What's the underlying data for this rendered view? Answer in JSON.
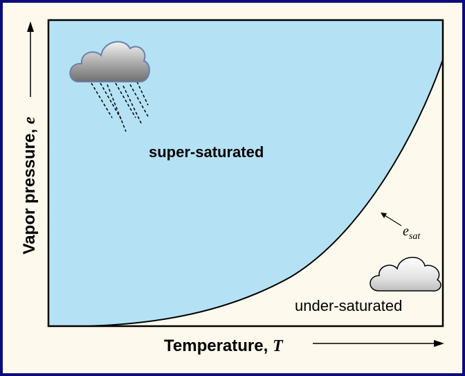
{
  "y_axis": {
    "label": "Vapor pressure, ",
    "symbol": "e"
  },
  "x_axis": {
    "label": "Temperature, ",
    "symbol": "T"
  },
  "regions": {
    "above_curve": "super-saturated",
    "below_curve": "under-saturated"
  },
  "curve_label": {
    "base": "e",
    "subscript": "sat"
  },
  "icons": {
    "rain_cloud": "rain-cloud-icon",
    "fair_cloud": "cloud-icon"
  },
  "colors": {
    "frame": "#0b0b7a",
    "background": "#fdf9ec",
    "super_saturated_fill": "#b4e2f4",
    "curve": "#000000"
  }
}
